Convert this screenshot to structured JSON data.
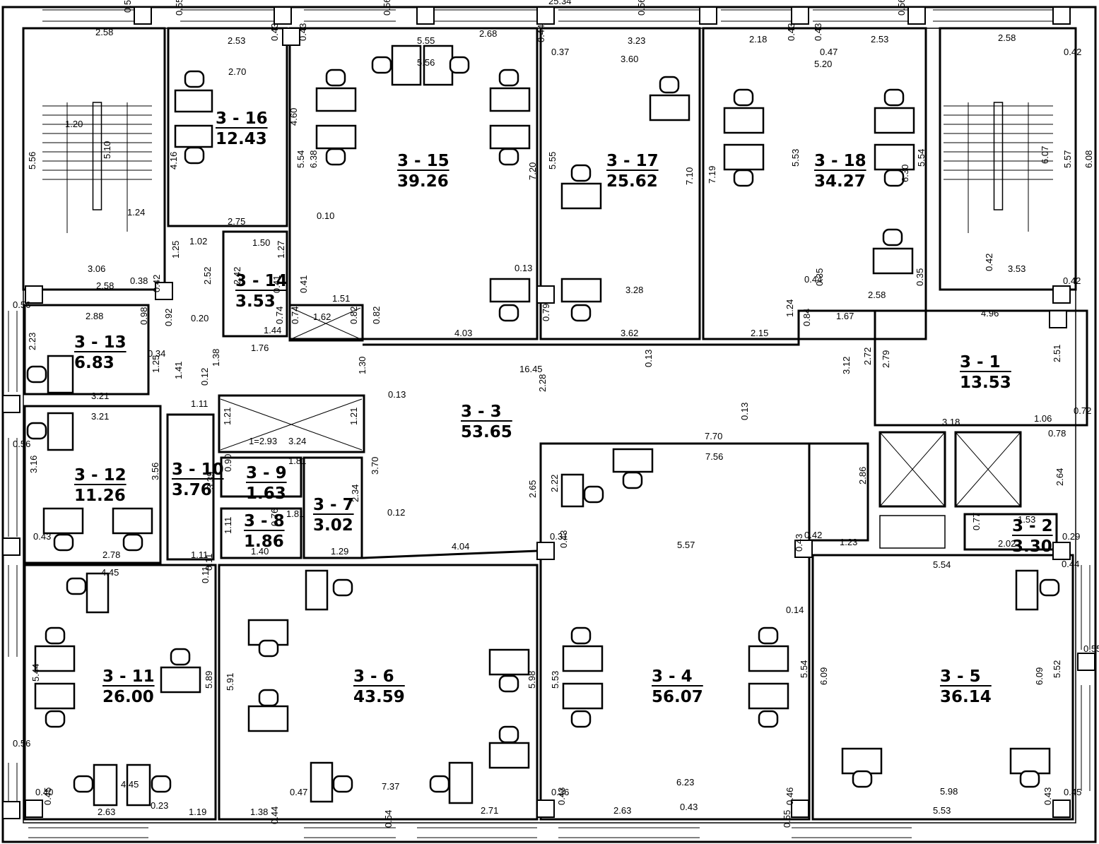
{
  "rooms": [
    {
      "id": "3 - 16",
      "area": "12.43"
    },
    {
      "id": "3 - 15",
      "area": "39.26"
    },
    {
      "id": "3 - 17",
      "area": "25.62"
    },
    {
      "id": "3 - 18",
      "area": "34.27"
    },
    {
      "id": "3 - 14",
      "area": "3.53"
    },
    {
      "id": "3 - 13",
      "area": "6.83"
    },
    {
      "id": "3 - 12",
      "area": "11.26"
    },
    {
      "id": "3 - 10",
      "area": "3.76"
    },
    {
      "id": "3 - 9",
      "area": "1.63"
    },
    {
      "id": "3 - 8",
      "area": "1.86"
    },
    {
      "id": "3 - 7",
      "area": "3.02"
    },
    {
      "id": "3 - 3",
      "area": "53.65"
    },
    {
      "id": "3 - 1",
      "area": "13.53"
    },
    {
      "id": "3 - 2",
      "area": "3.30"
    },
    {
      "id": "3 - 11",
      "area": "26.00"
    },
    {
      "id": "3 - 6",
      "area": "43.59"
    },
    {
      "id": "3 - 4",
      "area": "56.07"
    },
    {
      "id": "3 - 5",
      "area": "36.14"
    }
  ],
  "dimensions": [
    {
      "text": "25.34"
    },
    {
      "text": "0.53",
      "rotated": true
    },
    {
      "text": "0.55",
      "rotated": true
    },
    {
      "text": "0.56",
      "rotated": true
    },
    {
      "text": "0.56",
      "rotated": true
    },
    {
      "text": "0.56",
      "rotated": true
    },
    {
      "text": "2.58"
    },
    {
      "text": "2.53"
    },
    {
      "text": "5.55"
    },
    {
      "text": "5.56"
    },
    {
      "text": "2.68"
    },
    {
      "text": "3.23"
    },
    {
      "text": "3.60"
    },
    {
      "text": "2.18"
    },
    {
      "text": "2.53"
    },
    {
      "text": "5.20"
    },
    {
      "text": "2.58"
    },
    {
      "text": "0.43",
      "rotated": true
    },
    {
      "text": "0.43",
      "rotated": true
    },
    {
      "text": "0.44",
      "rotated": true
    },
    {
      "text": "0.37"
    },
    {
      "text": "0.43",
      "rotated": true
    },
    {
      "text": "0.43",
      "rotated": true
    },
    {
      "text": "0.47"
    },
    {
      "text": "0.42"
    },
    {
      "text": "2.70"
    },
    {
      "text": "1.20"
    },
    {
      "text": "5.56",
      "rotated": true
    },
    {
      "text": "5.10",
      "rotated": true
    },
    {
      "text": "1.24"
    },
    {
      "text": "4.16",
      "rotated": true
    },
    {
      "text": "4.60",
      "rotated": true
    },
    {
      "text": "5.54",
      "rotated": true
    },
    {
      "text": "6.38",
      "rotated": true
    },
    {
      "text": "7.20",
      "rotated": true
    },
    {
      "text": "5.55",
      "rotated": true
    },
    {
      "text": "7.10",
      "rotated": true
    },
    {
      "text": "7.19",
      "rotated": true
    },
    {
      "text": "5.53",
      "rotated": true
    },
    {
      "text": "6.30",
      "rotated": true
    },
    {
      "text": "5.54",
      "rotated": true
    },
    {
      "text": "6.07",
      "rotated": true
    },
    {
      "text": "5.57",
      "rotated": true
    },
    {
      "text": "6.08",
      "rotated": true
    },
    {
      "text": "2.75"
    },
    {
      "text": "0.10"
    },
    {
      "text": "1.02"
    },
    {
      "text": "1.50"
    },
    {
      "text": "1.25",
      "rotated": true
    },
    {
      "text": "1.27",
      "rotated": true
    },
    {
      "text": "2.52",
      "rotated": true
    },
    {
      "text": "2.42",
      "rotated": true
    },
    {
      "text": "0.41",
      "rotated": true
    },
    {
      "text": "0.41",
      "rotated": true
    },
    {
      "text": "3.06"
    },
    {
      "text": "0.38"
    },
    {
      "text": "2.58"
    },
    {
      "text": "0.42",
      "rotated": true
    },
    {
      "text": "0.13"
    },
    {
      "text": "3.28"
    },
    {
      "text": "0.44"
    },
    {
      "text": "0.35",
      "rotated": true
    },
    {
      "text": "2.58"
    },
    {
      "text": "0.35",
      "rotated": true
    },
    {
      "text": "0.42",
      "rotated": true
    },
    {
      "text": "3.53"
    },
    {
      "text": "0.42"
    },
    {
      "text": "0.56"
    },
    {
      "text": "2.88"
    },
    {
      "text": "0.98",
      "rotated": true
    },
    {
      "text": "0.92",
      "rotated": true
    },
    {
      "text": "0.20"
    },
    {
      "text": "0.74",
      "rotated": true
    },
    {
      "text": "0.74",
      "rotated": true
    },
    {
      "text": "1.44"
    },
    {
      "text": "1.51"
    },
    {
      "text": "1.62"
    },
    {
      "text": "0.82",
      "rotated": true
    },
    {
      "text": "0.82",
      "rotated": true
    },
    {
      "text": "4.03"
    },
    {
      "text": "0.79",
      "rotated": true
    },
    {
      "text": "3.62"
    },
    {
      "text": "2.15"
    },
    {
      "text": "1.24",
      "rotated": true
    },
    {
      "text": "0.84",
      "rotated": true
    },
    {
      "text": "1.67"
    },
    {
      "text": "4.96"
    },
    {
      "text": "2.23",
      "rotated": true
    },
    {
      "text": "0.34"
    },
    {
      "text": "1.76"
    },
    {
      "text": "1.25",
      "rotated": true
    },
    {
      "text": "1.41",
      "rotated": true
    },
    {
      "text": "1.38",
      "rotated": true
    },
    {
      "text": "0.12",
      "rotated": true
    },
    {
      "text": "1.30",
      "rotated": true
    },
    {
      "text": "16.45"
    },
    {
      "text": "0.13",
      "rotated": true
    },
    {
      "text": "2.28",
      "rotated": true
    },
    {
      "text": "3.12",
      "rotated": true
    },
    {
      "text": "2.72",
      "rotated": true
    },
    {
      "text": "2.79",
      "rotated": true
    },
    {
      "text": "2.51",
      "rotated": true
    },
    {
      "text": "3.21"
    },
    {
      "text": "1.11"
    },
    {
      "text": "0.13"
    },
    {
      "text": "0.13",
      "rotated": true
    },
    {
      "text": "1.06"
    },
    {
      "text": "0.72"
    },
    {
      "text": "3.18"
    },
    {
      "text": "0.78"
    },
    {
      "text": "0.56"
    },
    {
      "text": "3.21"
    },
    {
      "text": "1.21",
      "rotated": true
    },
    {
      "text": "1.21",
      "rotated": true
    },
    {
      "text": "1=2.93"
    },
    {
      "text": "3.24"
    },
    {
      "text": "7.70"
    },
    {
      "text": "7.56"
    },
    {
      "text": "3.16",
      "rotated": true
    },
    {
      "text": "3.56",
      "rotated": true
    },
    {
      "text": "3.39",
      "rotated": true
    },
    {
      "text": "1.81"
    },
    {
      "text": "0.90",
      "rotated": true
    },
    {
      "text": "3.70",
      "rotated": true
    },
    {
      "text": "2.22",
      "rotated": true
    },
    {
      "text": "2.86",
      "rotated": true
    },
    {
      "text": "2.64",
      "rotated": true
    },
    {
      "text": "2.65",
      "rotated": true
    },
    {
      "text": "2.34",
      "rotated": true
    },
    {
      "text": "0.12"
    },
    {
      "text": "1.81"
    },
    {
      "text": "0.76",
      "rotated": true
    },
    {
      "text": "1.11",
      "rotated": true
    },
    {
      "text": "0.11",
      "rotated": true
    },
    {
      "text": "0.77",
      "rotated": true
    },
    {
      "text": "1.53"
    },
    {
      "text": "0.43"
    },
    {
      "text": "2.78"
    },
    {
      "text": "1.40"
    },
    {
      "text": "1.29"
    },
    {
      "text": "4.04"
    },
    {
      "text": "0.31"
    },
    {
      "text": "0.43",
      "rotated": true
    },
    {
      "text": "5.57"
    },
    {
      "text": "0.42"
    },
    {
      "text": "0.43",
      "rotated": true
    },
    {
      "text": "1.23"
    },
    {
      "text": "2.02"
    },
    {
      "text": "0.29"
    },
    {
      "text": "1.11"
    },
    {
      "text": "0.11",
      "rotated": true
    },
    {
      "text": "4.45"
    },
    {
      "text": "5.54"
    },
    {
      "text": "0.44"
    },
    {
      "text": "0.14"
    },
    {
      "text": "0.55"
    },
    {
      "text": "5.44",
      "rotated": true
    },
    {
      "text": "5.89",
      "rotated": true
    },
    {
      "text": "5.91",
      "rotated": true
    },
    {
      "text": "5.98",
      "rotated": true
    },
    {
      "text": "5.53",
      "rotated": true
    },
    {
      "text": "5.54",
      "rotated": true
    },
    {
      "text": "6.09",
      "rotated": true
    },
    {
      "text": "6.09",
      "rotated": true
    },
    {
      "text": "5.52",
      "rotated": true
    },
    {
      "text": "0.56"
    },
    {
      "text": "4.45"
    },
    {
      "text": "7.37"
    },
    {
      "text": "6.23"
    },
    {
      "text": "5.98"
    },
    {
      "text": "0.40"
    },
    {
      "text": "0.45",
      "rotated": true
    },
    {
      "text": "0.23"
    },
    {
      "text": "0.47"
    },
    {
      "text": "0.36"
    },
    {
      "text": "0.43",
      "rotated": true
    },
    {
      "text": "0.46",
      "rotated": true
    },
    {
      "text": "0.45"
    },
    {
      "text": "0.43",
      "rotated": true
    },
    {
      "text": "2.63"
    },
    {
      "text": "1.19"
    },
    {
      "text": "1.38"
    },
    {
      "text": "0.44",
      "rotated": true
    },
    {
      "text": "2.71"
    },
    {
      "text": "2.63"
    },
    {
      "text": "0.43"
    },
    {
      "text": "0.54",
      "rotated": true
    },
    {
      "text": "0.55",
      "rotated": true
    },
    {
      "text": "5.53"
    }
  ]
}
